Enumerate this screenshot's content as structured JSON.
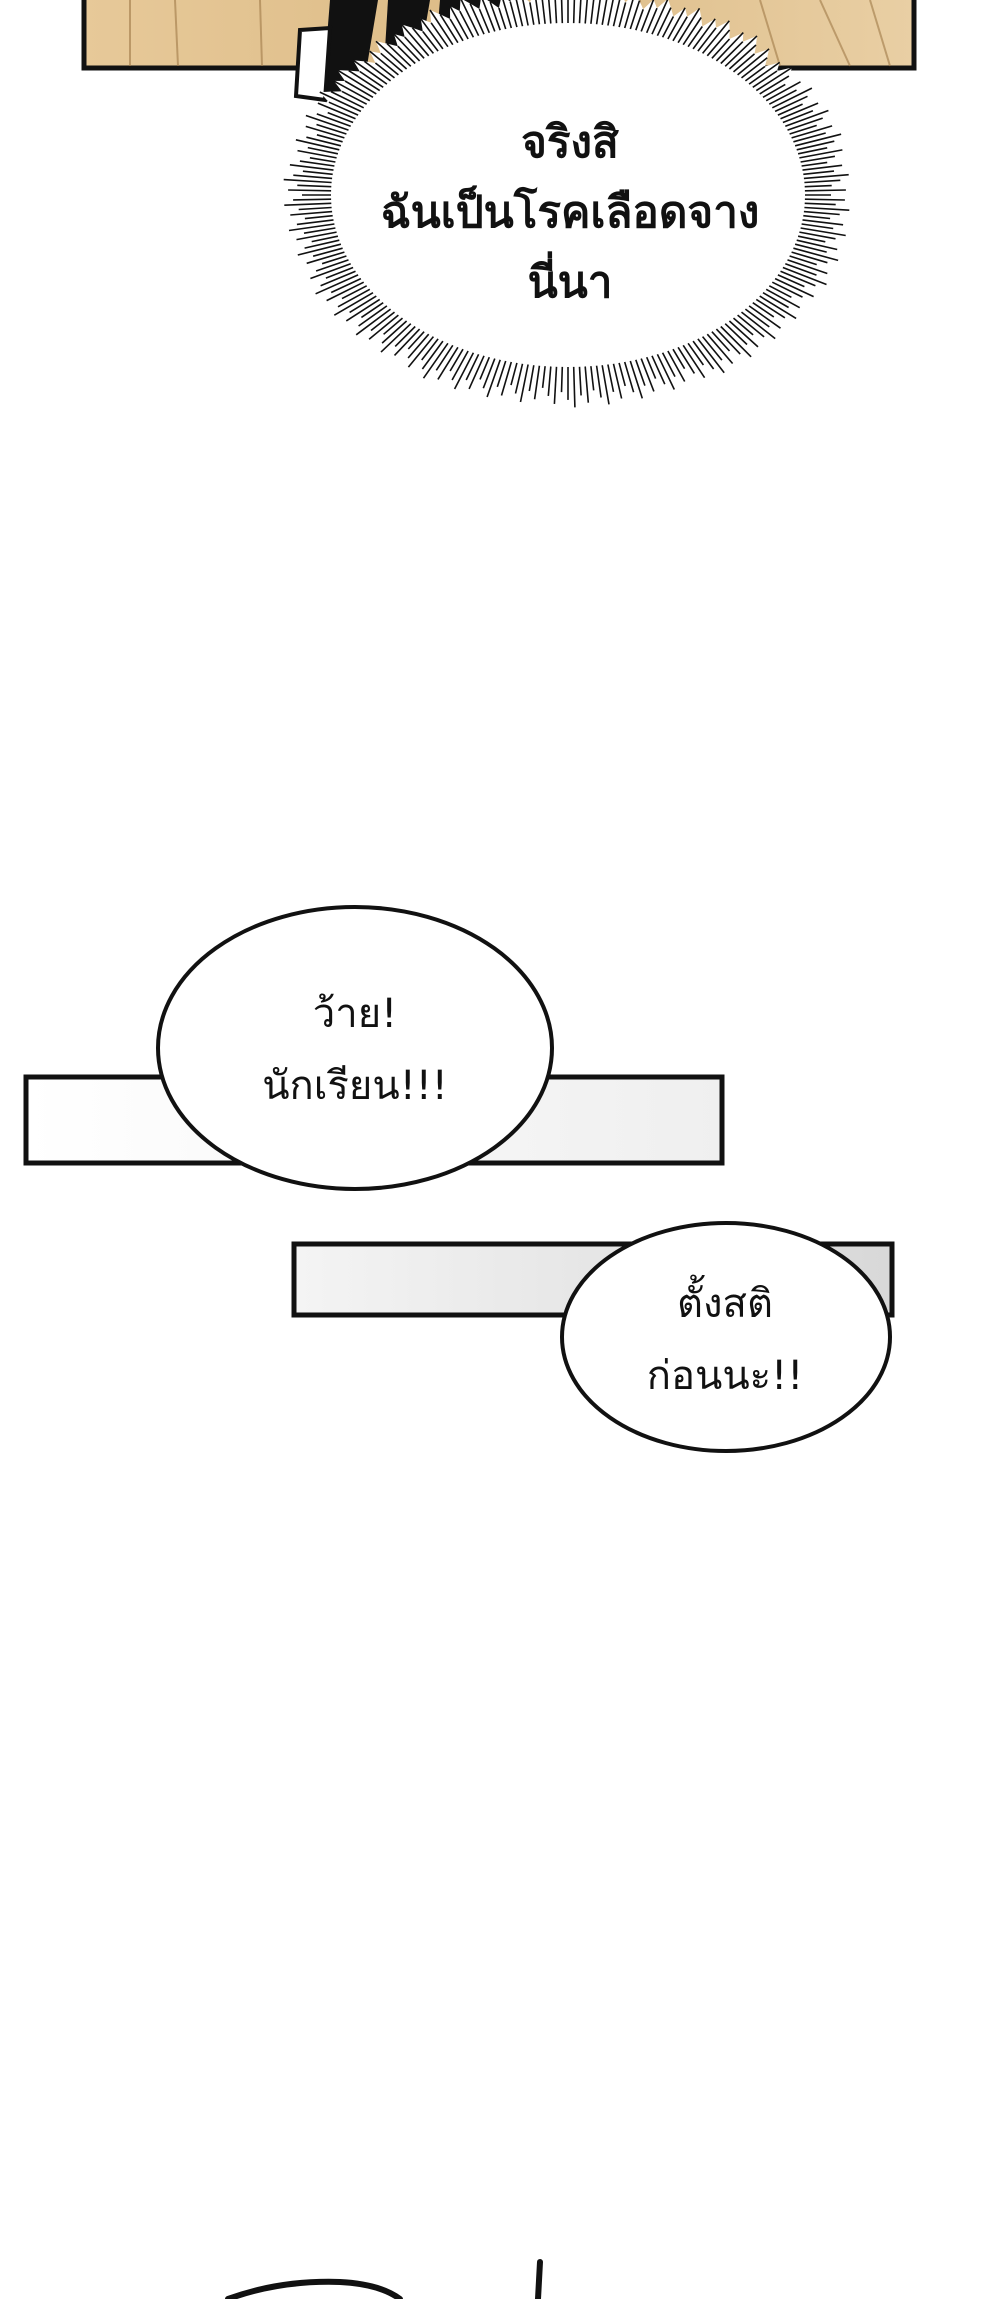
{
  "panels": {
    "burst_bubble": {
      "lines": "จริงสิ\nฉันเป็นโรคเลือดจาง\nนี่นา"
    },
    "bubble_left": {
      "lines": "ว้าย!\nนักเรียน!!!"
    },
    "bubble_right": {
      "lines": "ตั้งสติ\nก่อนนะ!!"
    }
  },
  "colors": {
    "panel_wood": "#e3c393",
    "panel_wood_dark": "#b8905a",
    "ink": "#111111",
    "paper": "#ffffff"
  }
}
